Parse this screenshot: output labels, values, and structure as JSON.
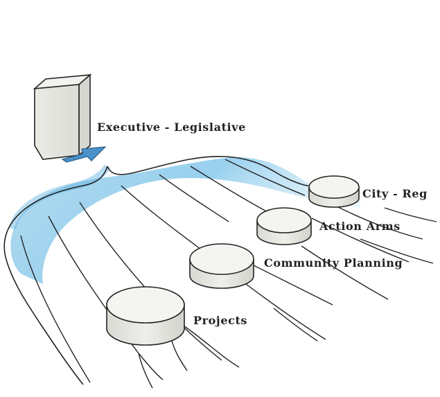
{
  "diagram": {
    "labels": {
      "executive": "Executive - Legislative",
      "city_region": "City - Reg",
      "action_arms": "Action Arms",
      "community_planning": "Community Planning",
      "projects": "Projects"
    }
  }
}
